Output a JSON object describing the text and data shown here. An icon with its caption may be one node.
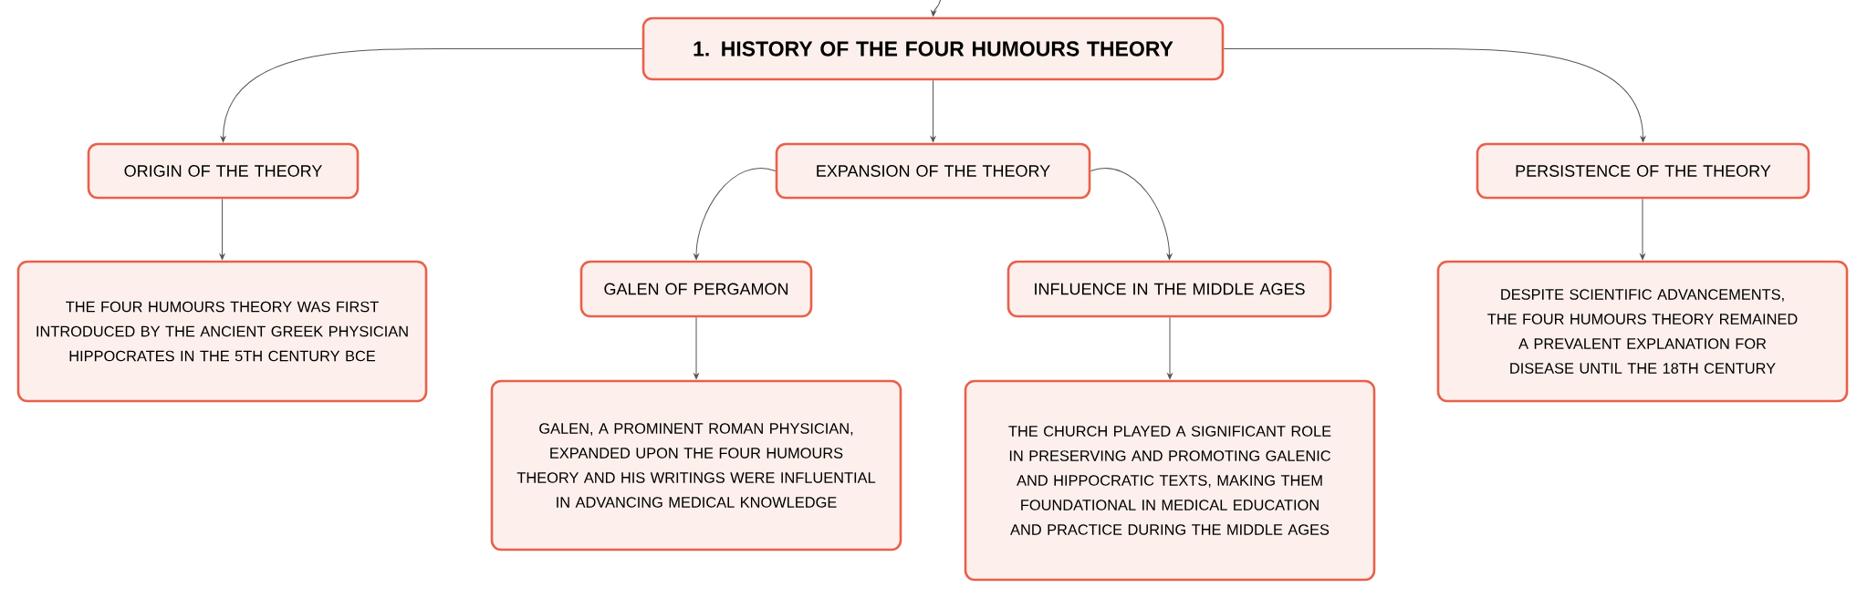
{
  "diagram": {
    "nodes": [
      {
        "text": [
          "1. HISTORY OF THE FOUR HUMOURS THEORY"
        ]
      },
      {
        "text": [
          "ORIGIN OF THE THEORY"
        ]
      },
      {
        "text": [
          "EXPANSION OF THE THEORY"
        ]
      },
      {
        "text": [
          "PERSISTENCE OF THE THEORY"
        ]
      },
      {
        "text": [
          "THE FOUR HUMOURS THEORY WAS FIRST INTRODUCED BY THE ANCIENT GREEK PHYSICIAN HIPPOCRATES IN THE 5TH CENTURY BCE"
        ]
      },
      {
        "text": [
          "GALEN OF PERGAMON"
        ]
      },
      {
        "text": [
          "INFLUENCE IN THE MIDDLE AGES"
        ]
      },
      {
        "text": [
          "DESPITE SCIENTIFIC ADVANCEMENTS, THE FOUR HUMOURS THEORY REMAINED A PREVALENT EXPLANATION FOR DISEASE UNTIL THE 18TH CENTURY"
        ]
      },
      {
        "text": [
          "GALEN, A PROMINENT ROMAN PHYSICIAN, EXPANDED UPON THE FOUR HUMOURS THEORY AND HIS WRITINGS WERE INFLUENTIAL IN ADVANCING MEDICAL KNOWLEDGE"
        ]
      },
      {
        "text": [
          "THE CHURCH PLAYED A SIGNIFICANT ROLE IN PRESERVING AND PROMOTING GALENIC AND HIPPOCRATIC TEXTS, MAKING THEM FOUNDATIONAL IN MEDICAL EDUCATION AND PRACTICE DURING THE MIDDLE AGES"
        ]
      }
    ],
    "edges": [
      {
        "from": null,
        "to": 0,
        "arrow": "to"
      },
      {
        "from": 0,
        "to": 1,
        "arrow": "to"
      },
      {
        "from": 0,
        "to": 2,
        "arrow": "to"
      },
      {
        "from": 0,
        "to": 3,
        "arrow": "to"
      },
      {
        "from": 1,
        "to": 4,
        "arrow": "to"
      },
      {
        "from": 2,
        "to": 5,
        "arrow": "to"
      },
      {
        "from": 2,
        "to": 6,
        "arrow": "to"
      },
      {
        "from": 3,
        "to": 7,
        "arrow": "to"
      },
      {
        "from": 5,
        "to": 8,
        "arrow": "to"
      },
      {
        "from": 6,
        "to": 9,
        "arrow": "to"
      }
    ]
  }
}
